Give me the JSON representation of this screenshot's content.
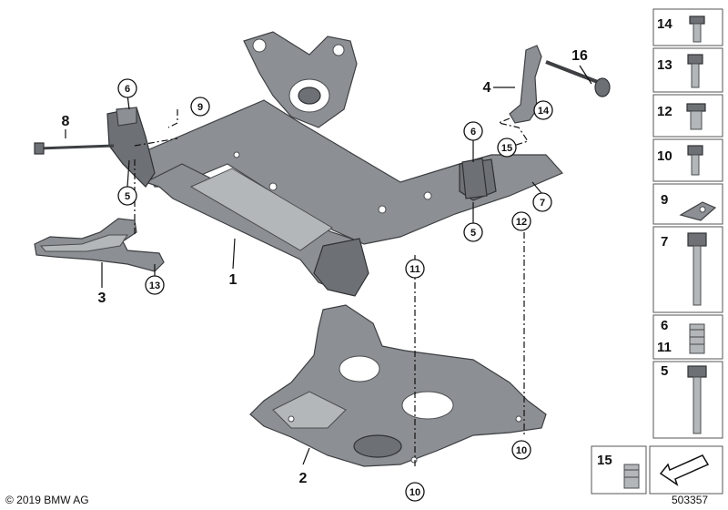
{
  "callouts": {
    "c1": "1",
    "c2": "2",
    "c3": "3",
    "c4": "4",
    "c5a": "5",
    "c5b": "5",
    "c6a": "6",
    "c6b": "6",
    "c7": "7",
    "c8": "8",
    "c9": "9",
    "c10a": "10",
    "c10b": "10",
    "c11": "11",
    "c12": "12",
    "c13": "13",
    "c14": "14",
    "c15": "15",
    "c16": "16"
  },
  "legend": {
    "r14": "14",
    "r13": "13",
    "r12": "12",
    "r10": "10",
    "r9": "9",
    "r7": "7",
    "r6": "6",
    "r11": "11",
    "r5": "5",
    "r15": "15"
  },
  "footer": {
    "copyright": "© 2019 BMW AG",
    "diagram_number": "503357"
  }
}
